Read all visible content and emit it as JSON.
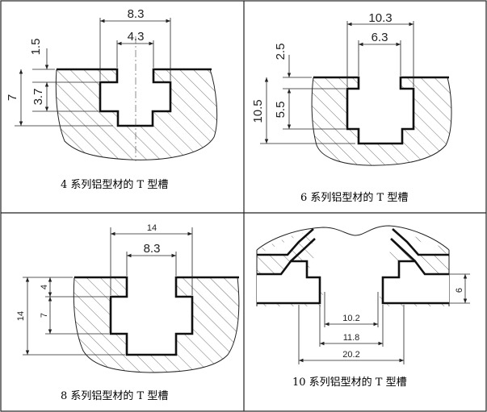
{
  "panels": [
    {
      "caption": "4 系列铝型材的 T 型槽",
      "dims": {
        "slot_width": "8.3",
        "neck_width": "4.3",
        "top_depth": "1.5",
        "total_depth": "7",
        "neck_depth": "3.7"
      }
    },
    {
      "caption": "6 系列铝型材的 T 型槽",
      "dims": {
        "slot_width": "10.3",
        "neck_width": "6.3",
        "top_depth": "2.5",
        "total_depth": "10.5",
        "neck_depth": "5.5"
      }
    },
    {
      "caption": "8 系列铝型材的 T 型槽",
      "dims": {
        "slot_width": "14",
        "neck_width": "8.3",
        "top_depth": "4",
        "total_depth": "14",
        "neck_depth": "7"
      }
    },
    {
      "caption": "10 系列铝型材的 T 型槽",
      "dims": {
        "opening_width": "10.2",
        "inner_width": "11.8",
        "total_width": "20.2",
        "depth": "6"
      }
    }
  ]
}
